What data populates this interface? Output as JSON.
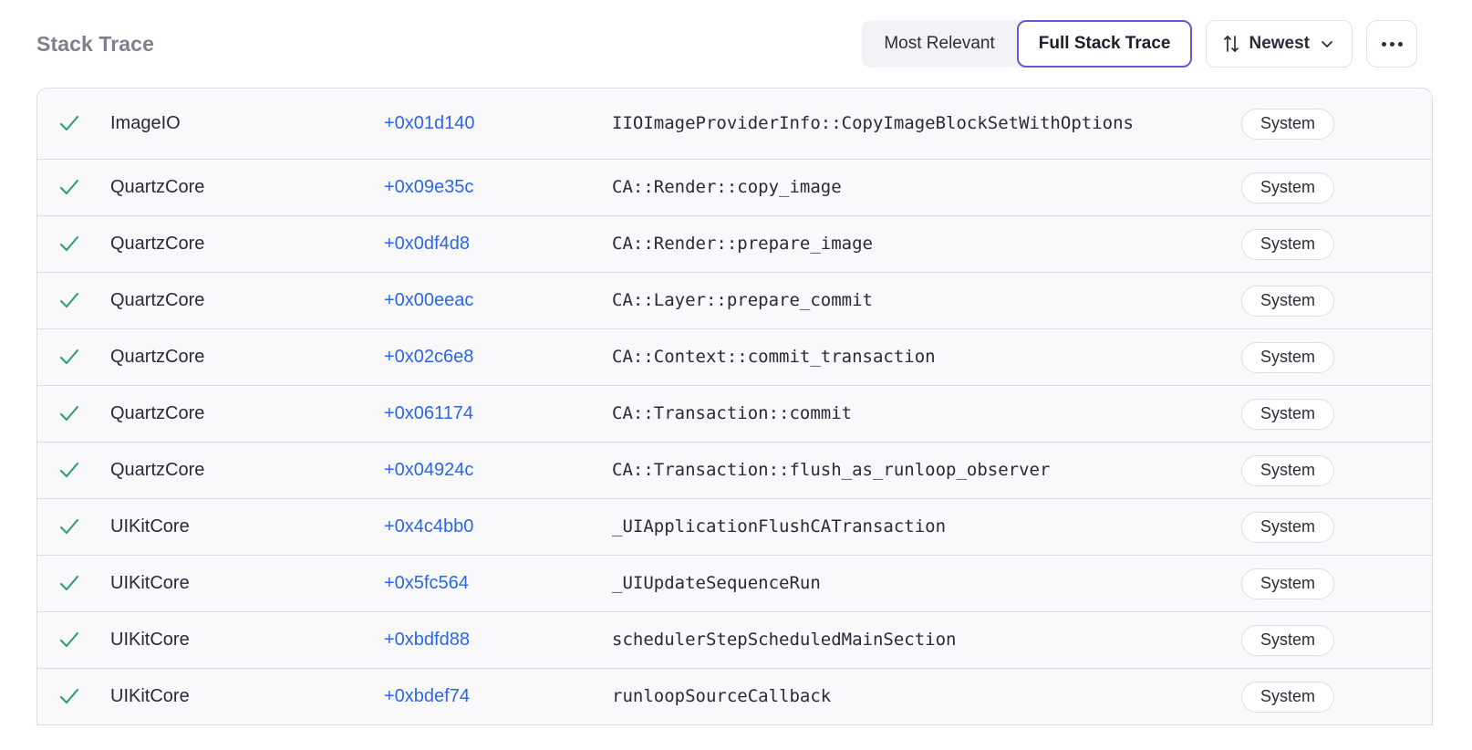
{
  "header": {
    "title": "Stack Trace"
  },
  "toolbar": {
    "segmented": {
      "options": [
        {
          "label": "Most Relevant",
          "active": false,
          "name": "tab-most-relevant"
        },
        {
          "label": "Full Stack Trace",
          "active": true,
          "name": "tab-full-stack-trace"
        }
      ]
    },
    "sort": {
      "label": "Newest",
      "icon": "sort-updown-icon",
      "chevron": "chevron-down-icon"
    },
    "overflow": {
      "label": "",
      "icon": "ellipsis-icon"
    }
  },
  "colors": {
    "accent": "#6b55d4",
    "link": "#2a67e8",
    "check": "#2e9e6e",
    "row_bg": "#f9f9fb",
    "border": "#dedde6",
    "title": "#807f90",
    "segment_bg": "#f3f3f7"
  },
  "table": {
    "status_icon": "check-icon",
    "rows": [
      {
        "module": "ImageIO",
        "offset": "+0x01d140",
        "function": "IIOImageProviderInfo::CopyImageBlockSetWithOptions",
        "badge": "System",
        "tall": true
      },
      {
        "module": "QuartzCore",
        "offset": "+0x09e35c",
        "function": "CA::Render::copy_image",
        "badge": "System",
        "tall": false
      },
      {
        "module": "QuartzCore",
        "offset": "+0x0df4d8",
        "function": "CA::Render::prepare_image",
        "badge": "System",
        "tall": false
      },
      {
        "module": "QuartzCore",
        "offset": "+0x00eeac",
        "function": "CA::Layer::prepare_commit",
        "badge": "System",
        "tall": false
      },
      {
        "module": "QuartzCore",
        "offset": "+0x02c6e8",
        "function": "CA::Context::commit_transaction",
        "badge": "System",
        "tall": false
      },
      {
        "module": "QuartzCore",
        "offset": "+0x061174",
        "function": "CA::Transaction::commit",
        "badge": "System",
        "tall": false
      },
      {
        "module": "QuartzCore",
        "offset": "+0x04924c",
        "function": "CA::Transaction::flush_as_runloop_observer",
        "badge": "System",
        "tall": false
      },
      {
        "module": "UIKitCore",
        "offset": "+0x4c4bb0",
        "function": "_UIApplicationFlushCATransaction",
        "badge": "System",
        "tall": false
      },
      {
        "module": "UIKitCore",
        "offset": "+0x5fc564",
        "function": "_UIUpdateSequenceRun",
        "badge": "System",
        "tall": false
      },
      {
        "module": "UIKitCore",
        "offset": "+0xbdfd88",
        "function": "schedulerStepScheduledMainSection",
        "badge": "System",
        "tall": false
      },
      {
        "module": "UIKitCore",
        "offset": "+0xbdef74",
        "function": "runloopSourceCallback",
        "badge": "System",
        "tall": false
      }
    ]
  }
}
